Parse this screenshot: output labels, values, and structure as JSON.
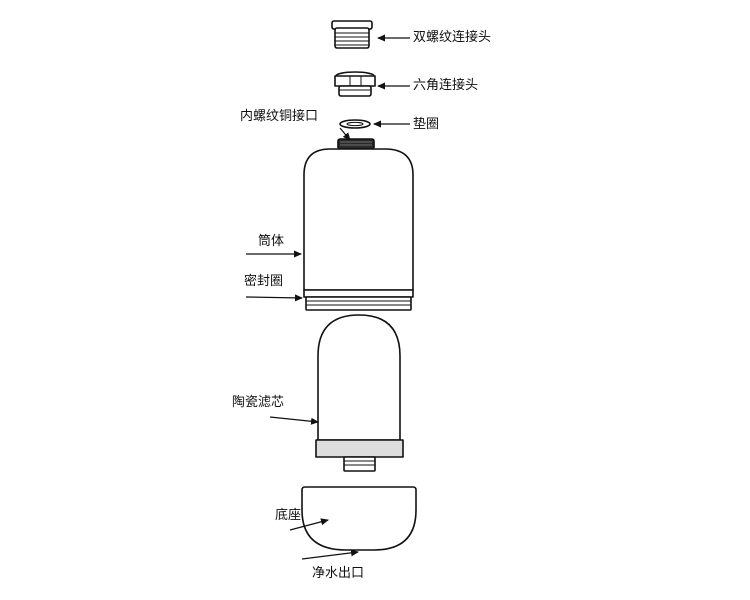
{
  "labels": {
    "double_thread_connector": "双螺纹连接头",
    "hex_connector": "六角连接头",
    "inner_thread_copper_port": "内螺纹铜接口",
    "gasket": "垫圈",
    "cylinder_body": "筒体",
    "sealing_ring": "密封圈",
    "ceramic_filter_core": "陶瓷滤芯",
    "base": "底座",
    "water_outlet": "净水出口"
  },
  "colors": {
    "line": "#111111",
    "fill": "#ffffff",
    "band": "#dddddd"
  }
}
